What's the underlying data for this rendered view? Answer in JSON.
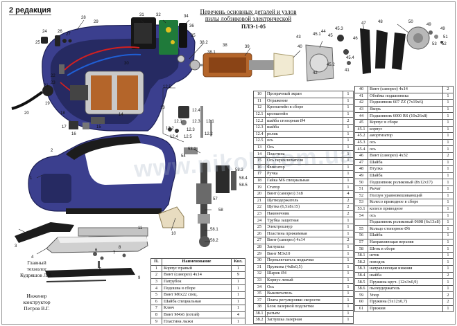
{
  "sheet": {
    "edition": "2 редакция",
    "title_line1": "Перечень основных деталей и узлов",
    "title_line2": "пилы лобзиковой электрической",
    "model": "ПЛЭ-1-05",
    "watermark": "www.nikolprom.ua"
  },
  "signatures": {
    "technologist_role": "Главный технолог",
    "technologist_name": "Кудряшов Л.А.",
    "engineer_role": "Инженер конструктор",
    "engineer_name": "Петров В.Г."
  },
  "colors": {
    "housing_blue": "#3b3f8e",
    "housing_dark": "#262a62",
    "grip_black": "#1c1c1c",
    "copper": "#b4652a",
    "steel": "#a8a8a8",
    "wire_red": "#d22020",
    "wire_blue": "#1f5fd6"
  },
  "callouts": [
    "1",
    "2",
    "3",
    "4",
    "5",
    "6",
    "7",
    "8",
    "9",
    "10",
    "11",
    "12",
    "12.1",
    "12.2",
    "12.3",
    "12.4",
    "12.5",
    "13",
    "14",
    "15",
    "16",
    "17",
    "18",
    "19",
    "20",
    "21",
    "22",
    "23",
    "24",
    "25",
    "26",
    "27",
    "28",
    "29",
    "30",
    "31",
    "32",
    "33",
    "34",
    "35",
    "36",
    "37",
    "38",
    "38.1",
    "38.2",
    "39",
    "40",
    "41",
    "42",
    "43",
    "44",
    "45",
    "45.1",
    "45.2",
    "45.3",
    "45.4",
    "46",
    "47",
    "48",
    "49",
    "50",
    "51",
    "52",
    "53",
    "53.1",
    "54",
    "55",
    "56",
    "57",
    "58",
    "58.1",
    "58.2",
    "58.3",
    "58.4",
    "58.5",
    "58.6",
    "59",
    "60",
    "61"
  ],
  "table_left": {
    "header": [
      "П.",
      "Наименование",
      "Кол."
    ],
    "rows": [
      [
        "1",
        "Корпус правый",
        "1"
      ],
      [
        "2",
        "Винт (саморез) 4х14",
        "9"
      ],
      [
        "3",
        "Патрубок",
        "1"
      ],
      [
        "4",
        "Подошва в сборе",
        "1"
      ],
      [
        "5",
        "Винт М6х22 спец.",
        "1"
      ],
      [
        "6",
        "Шайба специальная",
        "1"
      ],
      [
        "7",
        "Ключ",
        "1"
      ],
      [
        "8",
        "Винт М4х6 (потай)",
        "4"
      ],
      [
        "9",
        "Пластина лыжи",
        "1"
      ]
    ]
  },
  "table_mid": {
    "rows": [
      [
        "10",
        "Прозрачный экран",
        "1"
      ],
      [
        "11",
        "Отражение",
        "1"
      ],
      [
        "12",
        "Кронштейн в сборе",
        "1"
      ],
      [
        "12.1",
        "кронштейн",
        "1"
      ],
      [
        "12.2",
        "шайба стопорная  Ø4",
        "2"
      ],
      [
        "12.3",
        "шайба",
        "1"
      ],
      [
        "12.4",
        "ролик",
        "1"
      ],
      [
        "12.5",
        "ось",
        "1"
      ],
      [
        "13",
        "Ось",
        "1"
      ],
      [
        "14",
        "Пластина",
        "1"
      ],
      [
        "15",
        "Ось переключателя",
        "1"
      ],
      [
        "16",
        "Фиксатор",
        "1"
      ],
      [
        "17",
        "Ручка",
        "1"
      ],
      [
        "18",
        "Гайка М6 специальная",
        "1"
      ],
      [
        "19",
        "Статор",
        "1"
      ],
      [
        "20",
        "Винт (саморез) 3х8",
        "4"
      ],
      [
        "21",
        "Щеткодержатель",
        "2"
      ],
      [
        "22",
        "Щетка (6,5х8х15)",
        "2"
      ],
      [
        "23",
        "Наконечник",
        "2"
      ],
      [
        "24",
        "Трубка защитная",
        "1"
      ],
      [
        "25",
        "Электрошнур",
        "1"
      ],
      [
        "26",
        "Пластина прижимная",
        "1"
      ],
      [
        "27",
        "Винт (саморез) 4х14",
        "2"
      ],
      [
        "28",
        "Заглушка",
        "1"
      ],
      [
        "29",
        "Винт М3х10",
        "1"
      ],
      [
        "30",
        "Переключатель подкачки",
        "1"
      ],
      [
        "31",
        "Пружина (4х8х0,5)",
        "1"
      ],
      [
        "32",
        "Шарик  Ø4",
        "1"
      ],
      [
        "33",
        "Корпус левый",
        "1"
      ],
      [
        "34",
        "Ось",
        "1"
      ],
      [
        "35",
        "Выключатель",
        "1"
      ],
      [
        "37",
        "Плата регулировки скорости",
        "1"
      ],
      [
        "38",
        "Блок лазерной подсветки",
        "1"
      ],
      [
        "38.1",
        "разъем",
        "1"
      ],
      [
        "38.2",
        "Заглушка лазерная",
        "1"
      ],
      [
        "39",
        "Винт (саморез) 3х8",
        "1"
      ]
    ]
  },
  "table_right": {
    "rows": [
      [
        "40",
        "Винт (саморез) 4х14",
        "2"
      ],
      [
        "41",
        "Обойма подшипника",
        "1"
      ],
      [
        "42",
        "Подшипник 607 ZZ (7х19х6)",
        "1"
      ],
      [
        "43",
        "Якорь",
        "1"
      ],
      [
        "44",
        "Подшипник 6000 RS (10х26х8)",
        "1"
      ],
      [
        "45",
        "Корпус в сборе",
        "1"
      ],
      [
        "45.1",
        "корпус",
        "1"
      ],
      [
        "45.2",
        "амортизатор",
        "1"
      ],
      [
        "45.3",
        "ось",
        "1"
      ],
      [
        "45.4",
        "ось",
        "1"
      ],
      [
        "46",
        "Винт (саморез) 4х32",
        "2"
      ],
      [
        "47",
        "Шайба",
        "1"
      ],
      [
        "48",
        "Втулка",
        "1"
      ],
      [
        "49",
        "Шайба",
        "1"
      ],
      [
        "50",
        "Подшипник роликовый (8х12х17)",
        "1"
      ],
      [
        "51",
        "Рычаг",
        "1"
      ],
      [
        "52",
        "Ползун уравновешивающий",
        "1"
      ],
      [
        "53",
        "Колесо приводное в сборе",
        "1"
      ],
      [
        "53.1",
        "колесо приводное",
        "1"
      ],
      [
        "54",
        "ось",
        "1"
      ],
      [
        "",
        "Подшипник роликовый 0608 (6х13х8)",
        "1"
      ],
      [
        "55",
        "Кольцо стопорное Ø6",
        "1"
      ],
      [
        "56",
        "Шайба",
        "1"
      ],
      [
        "57",
        "Направляющая верхняя",
        "1"
      ],
      [
        "58",
        "Шток в сборе",
        "1"
      ],
      [
        "58.1",
        "шток",
        "1"
      ],
      [
        "58.2",
        "поводок",
        "1"
      ],
      [
        "58.3",
        "направляющая нижняя",
        "1"
      ],
      [
        "58.4",
        "шайба",
        "2"
      ],
      [
        "58.5",
        "Пружина  круч. (12х3х0,9)",
        "1"
      ],
      [
        "58.6",
        "пылеудержатель",
        "1"
      ],
      [
        "59",
        "Упор",
        "2"
      ],
      [
        "60",
        "Пружина (5х12х0,7)",
        "2"
      ],
      [
        "61",
        "Прижим",
        "1"
      ]
    ]
  }
}
